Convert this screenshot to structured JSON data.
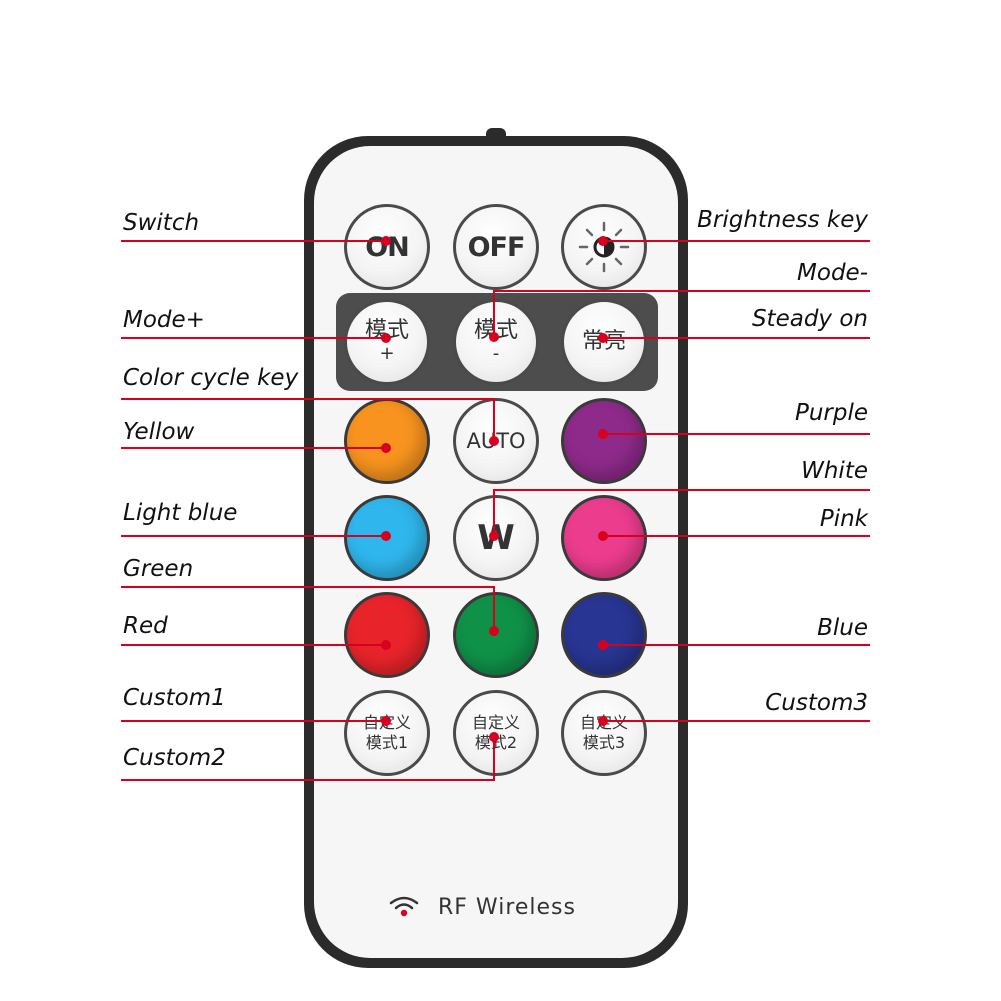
{
  "callouts": {
    "switch": "Switch",
    "brightness": "Brightness key",
    "mode_minus": "Mode-",
    "mode_plus": "Mode+",
    "steady_on": "Steady on",
    "color_cycle": "Color cycle key",
    "yellow": "Yellow",
    "purple": "Purple",
    "white": "White",
    "light_blue": "Light blue",
    "pink": "Pink",
    "green": "Green",
    "red": "Red",
    "blue": "Blue",
    "custom1": "Custom1",
    "custom3": "Custom3",
    "custom2": "Custom2"
  },
  "buttons": {
    "on": "ON",
    "off": "OFF",
    "mode_plus_cn": "模式",
    "mode_plus_sign": "+",
    "mode_minus_cn": "模式",
    "mode_minus_sign": "-",
    "steady_cn": "常亮",
    "auto": "AUTO",
    "w": "W",
    "custom_top": "自定义",
    "custom1_bottom": "模式1",
    "custom2_bottom": "模式2",
    "custom3_bottom": "模式3"
  },
  "footer": {
    "text": "RF Wireless",
    "icon": "wifi-icon"
  },
  "colors": {
    "yellow": "#f7931e",
    "purple": "#8e2a8a",
    "light_blue": "#2fb6ec",
    "pink": "#ec3c8e",
    "red": "#e8242a",
    "green": "#0f9148",
    "blue": "#283592",
    "leader": "#d7001f",
    "body": "#2b2b2b"
  }
}
